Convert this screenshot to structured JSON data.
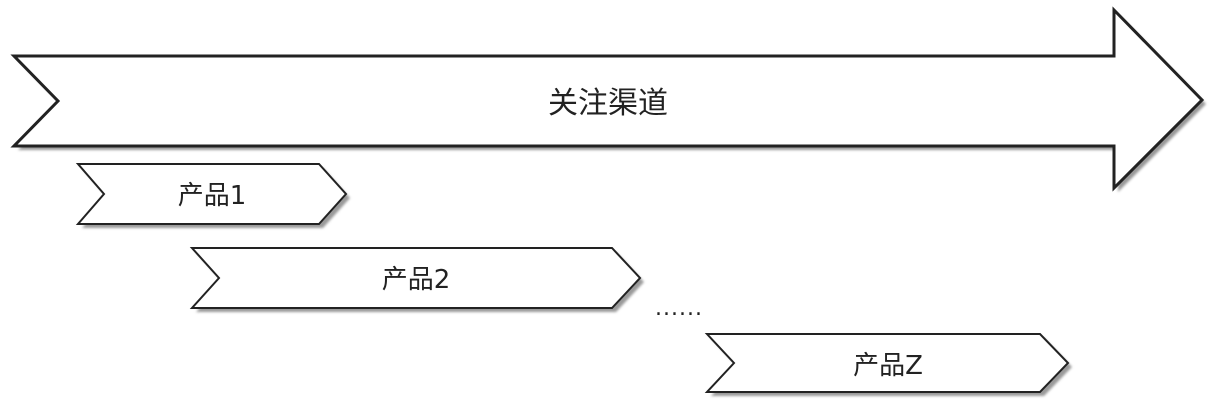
{
  "main_arrow": {
    "label": "关注渠道"
  },
  "products": [
    {
      "label": "产品1"
    },
    {
      "label": "产品2"
    },
    {
      "label": "产品Z"
    }
  ],
  "ellipsis": "......",
  "colors": {
    "stroke": "#222222",
    "fill": "#ffffff",
    "shadow": "#9a9a9a",
    "text": "#222222"
  }
}
